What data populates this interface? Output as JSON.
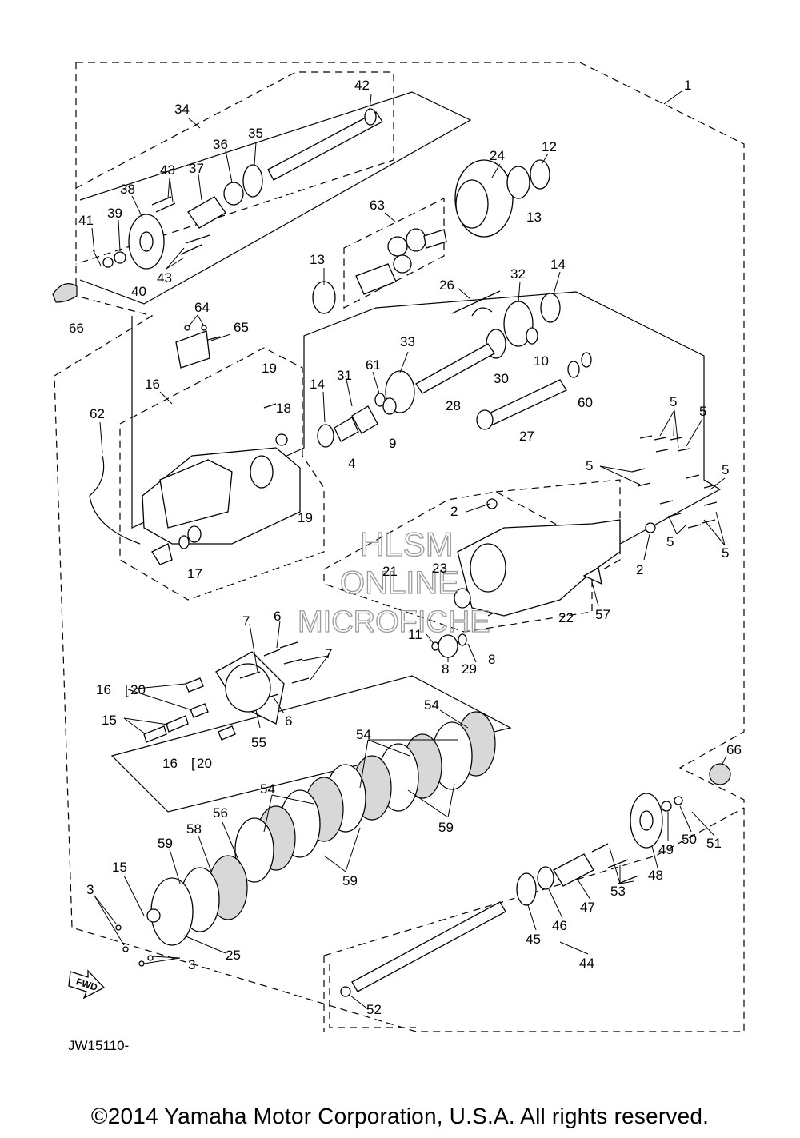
{
  "diagram": {
    "drawing_code": "JW15110-",
    "fwd_label": "FWD",
    "watermark": [
      "HLSM",
      "ONLINE",
      "MICROFICHE"
    ],
    "copyright": "©2014 Yamaha Motor Corporation, U.S.A. All rights reserved.",
    "callouts": [
      {
        "id": "c1",
        "text": "1"
      },
      {
        "id": "c2a",
        "text": "2"
      },
      {
        "id": "c2b",
        "text": "2"
      },
      {
        "id": "c3a",
        "text": "3"
      },
      {
        "id": "c3b",
        "text": "3"
      },
      {
        "id": "c4",
        "text": "4"
      },
      {
        "id": "c5a",
        "text": "5"
      },
      {
        "id": "c5b",
        "text": "5"
      },
      {
        "id": "c5c",
        "text": "5"
      },
      {
        "id": "c5d",
        "text": "5"
      },
      {
        "id": "c5e",
        "text": "5"
      },
      {
        "id": "c5f",
        "text": "5"
      },
      {
        "id": "c6a",
        "text": "6"
      },
      {
        "id": "c6b",
        "text": "6"
      },
      {
        "id": "c7a",
        "text": "7"
      },
      {
        "id": "c7b",
        "text": "7"
      },
      {
        "id": "c8a",
        "text": "8"
      },
      {
        "id": "c8b",
        "text": "8"
      },
      {
        "id": "c9",
        "text": "9"
      },
      {
        "id": "c10",
        "text": "10"
      },
      {
        "id": "c11",
        "text": "11"
      },
      {
        "id": "c12",
        "text": "12"
      },
      {
        "id": "c13a",
        "text": "13"
      },
      {
        "id": "c13b",
        "text": "13"
      },
      {
        "id": "c14a",
        "text": "14"
      },
      {
        "id": "c14b",
        "text": "14"
      },
      {
        "id": "c15a",
        "text": "15"
      },
      {
        "id": "c15b",
        "text": "15"
      },
      {
        "id": "c16",
        "text": "16"
      },
      {
        "id": "c16a",
        "text": "16"
      },
      {
        "id": "c20a",
        "text": "20"
      },
      {
        "id": "c16b",
        "text": "16"
      },
      {
        "id": "c20b",
        "text": "20"
      },
      {
        "id": "c17",
        "text": "17"
      },
      {
        "id": "c18",
        "text": "18"
      },
      {
        "id": "c19a",
        "text": "19"
      },
      {
        "id": "c19b",
        "text": "19"
      },
      {
        "id": "c21",
        "text": "21"
      },
      {
        "id": "c22",
        "text": "22"
      },
      {
        "id": "c23",
        "text": "23"
      },
      {
        "id": "c24",
        "text": "24"
      },
      {
        "id": "c25",
        "text": "25"
      },
      {
        "id": "c26",
        "text": "26"
      },
      {
        "id": "c27",
        "text": "27"
      },
      {
        "id": "c28",
        "text": "28"
      },
      {
        "id": "c29",
        "text": "29"
      },
      {
        "id": "c30",
        "text": "30"
      },
      {
        "id": "c31",
        "text": "31"
      },
      {
        "id": "c32",
        "text": "32"
      },
      {
        "id": "c33",
        "text": "33"
      },
      {
        "id": "c34",
        "text": "34"
      },
      {
        "id": "c35",
        "text": "35"
      },
      {
        "id": "c36",
        "text": "36"
      },
      {
        "id": "c37",
        "text": "37"
      },
      {
        "id": "c38",
        "text": "38"
      },
      {
        "id": "c39",
        "text": "39"
      },
      {
        "id": "c40",
        "text": "40"
      },
      {
        "id": "c41",
        "text": "41"
      },
      {
        "id": "c42",
        "text": "42"
      },
      {
        "id": "c43a",
        "text": "43"
      },
      {
        "id": "c43b",
        "text": "43"
      },
      {
        "id": "c44",
        "text": "44"
      },
      {
        "id": "c45",
        "text": "45"
      },
      {
        "id": "c46",
        "text": "46"
      },
      {
        "id": "c47",
        "text": "47"
      },
      {
        "id": "c48",
        "text": "48"
      },
      {
        "id": "c49",
        "text": "49"
      },
      {
        "id": "c50",
        "text": "50"
      },
      {
        "id": "c51",
        "text": "51"
      },
      {
        "id": "c52",
        "text": "52"
      },
      {
        "id": "c53",
        "text": "53"
      },
      {
        "id": "c54a",
        "text": "54"
      },
      {
        "id": "c54b",
        "text": "54"
      },
      {
        "id": "c54c",
        "text": "54"
      },
      {
        "id": "c55",
        "text": "55"
      },
      {
        "id": "c56",
        "text": "56"
      },
      {
        "id": "c57",
        "text": "57"
      },
      {
        "id": "c58",
        "text": "58"
      },
      {
        "id": "c59a",
        "text": "59"
      },
      {
        "id": "c59b",
        "text": "59"
      },
      {
        "id": "c59c",
        "text": "59"
      },
      {
        "id": "c59d",
        "text": "59"
      },
      {
        "id": "c60",
        "text": "60"
      },
      {
        "id": "c61",
        "text": "61"
      },
      {
        "id": "c62",
        "text": "62"
      },
      {
        "id": "c63",
        "text": "63"
      },
      {
        "id": "c64",
        "text": "64"
      },
      {
        "id": "c65",
        "text": "65"
      },
      {
        "id": "c66a",
        "text": "66"
      },
      {
        "id": "c66b",
        "text": "66"
      }
    ]
  }
}
